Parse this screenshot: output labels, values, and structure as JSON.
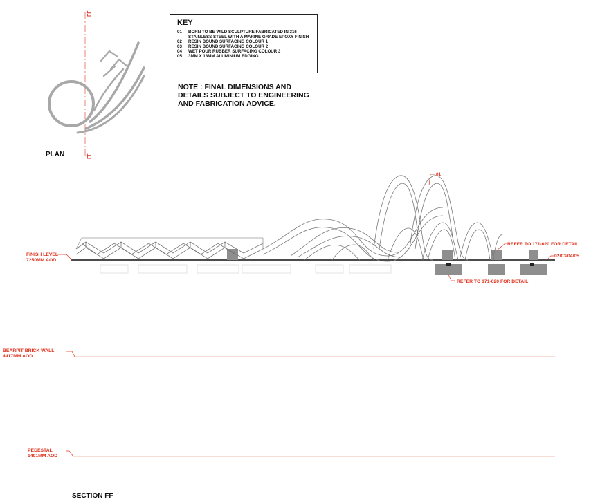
{
  "plan": {
    "label": "PLAN",
    "section_marker": "FF"
  },
  "key": {
    "title": "KEY",
    "items": [
      {
        "num": "01",
        "text": "BORN TO BE WILD SCULPTURE FABRICATED IN 316 STAINLESS STEEL WITH A MARINE GRADE EPOXY FINISH"
      },
      {
        "num": "02",
        "text": "RESIN BOUND SURFACING COLOUR 1"
      },
      {
        "num": "03",
        "text": "RESIN BOUND SURFACING COLOUR 2"
      },
      {
        "num": "04",
        "text": "WET POUR RUBBER SURFACING COLOUR 3"
      },
      {
        "num": "05",
        "text": "3MM X 18MM ALUMINIUM EDGING"
      }
    ]
  },
  "note": "NOTE : FINAL DIMENSIONS AND DETAILS SUBJECT TO ENGINEERING AND FABRICATION ADVICE.",
  "section": {
    "title": "SECTION FF",
    "callouts": {
      "sculpture": "01",
      "detail_upper": "REFER TO 171-020 FOR DETAIL",
      "detail_lower": "REFER TO 171-020 FOR DETAIL",
      "surfacing": "02/03/04/05"
    },
    "levels": [
      {
        "line1": "FINISH LEVEL",
        "line2": "7250MM AOD"
      },
      {
        "line1": "BEARPIT BRICK WALL",
        "line2": "4417MM AOD"
      },
      {
        "line1": "PEDESTAL",
        "line2": "1491MM AOD"
      }
    ]
  },
  "colors": {
    "annotation_red": "#e0321e",
    "sculpture_grey": "#9a9a9a",
    "footing_grey": "#8e8e8e",
    "level_line": "#f2a48e"
  }
}
